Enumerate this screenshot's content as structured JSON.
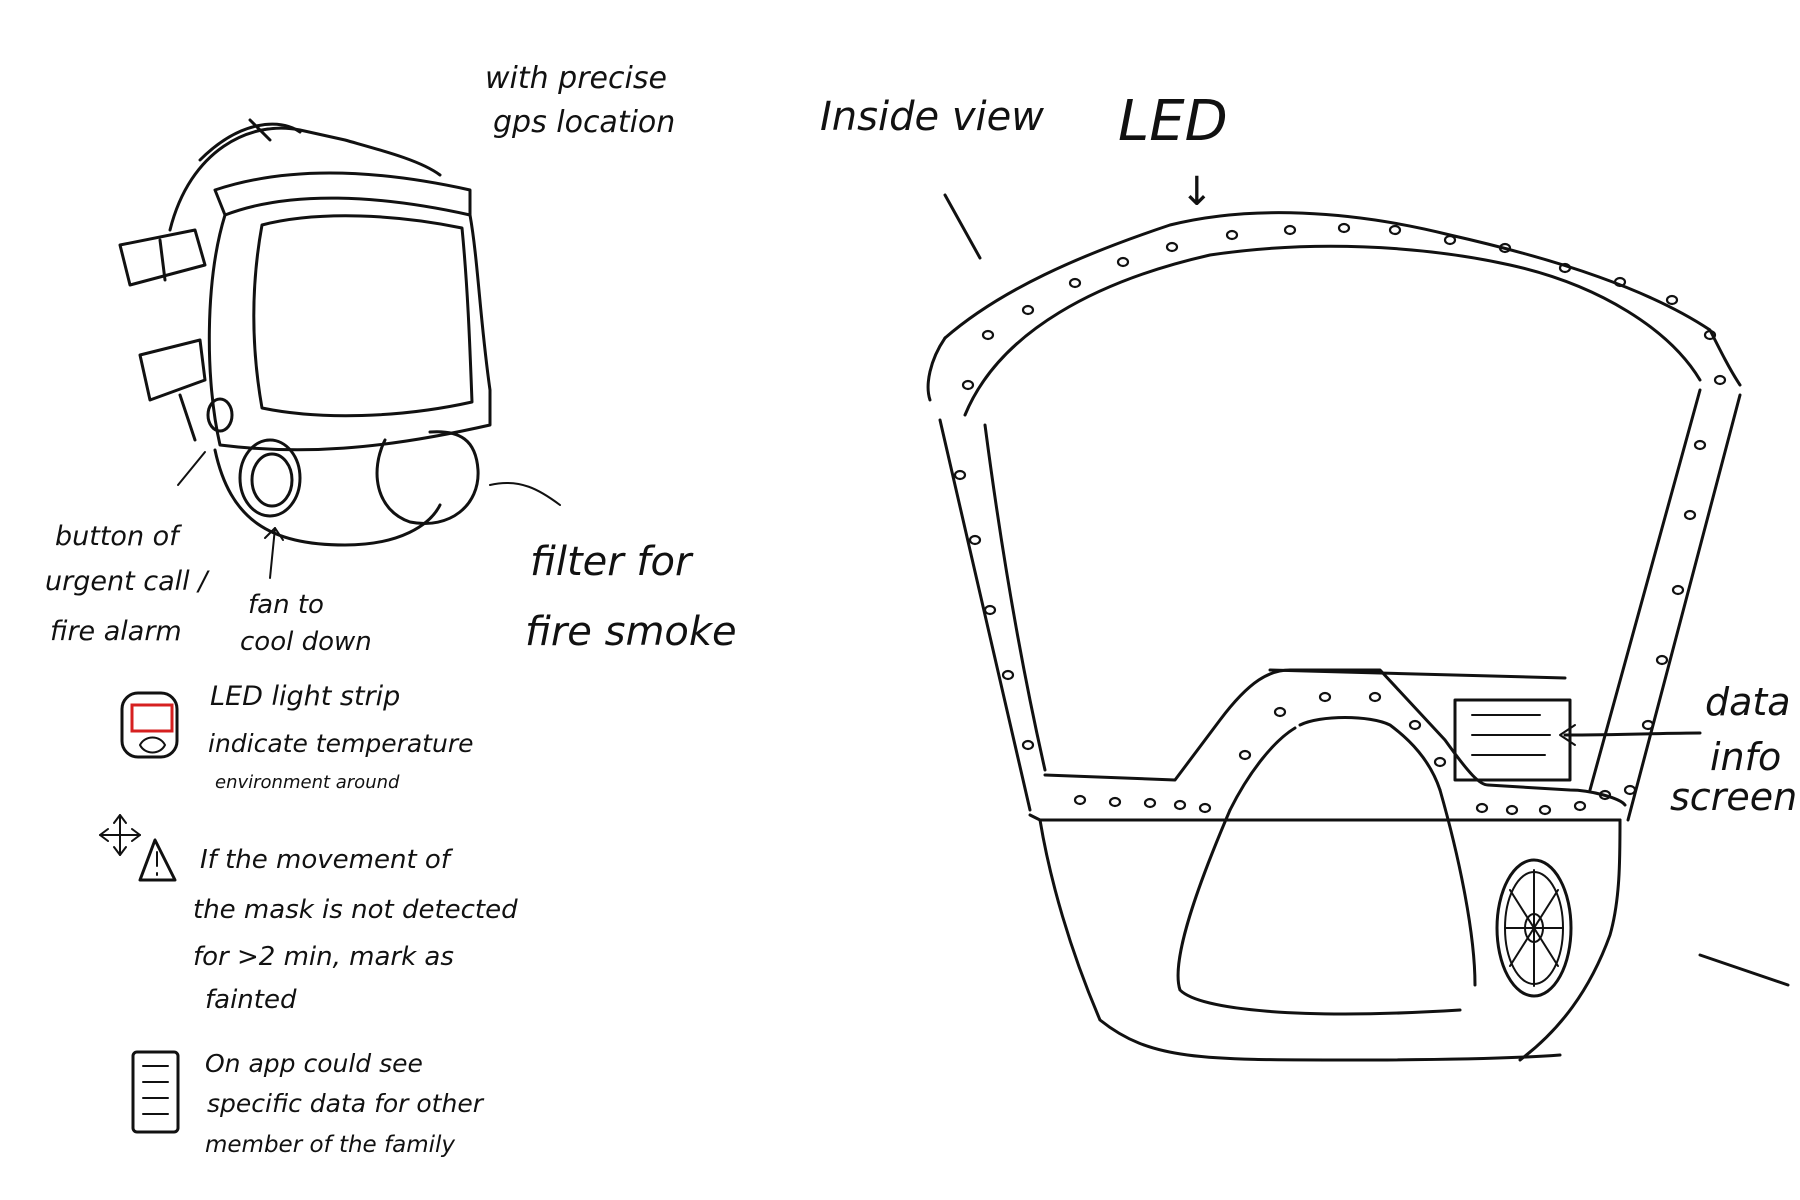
{
  "left_mask": {
    "gps_note": [
      "with precise",
      "gps location"
    ],
    "button_note": [
      "button of",
      "urgent call /",
      "fire alarm"
    ],
    "fan_note": [
      "fan to",
      "cool down"
    ],
    "filter_note": [
      "filter for",
      "fire smoke"
    ]
  },
  "legend": {
    "led": [
      "LED light strip",
      "indicate temperature",
      "environment around"
    ],
    "movement": [
      "If the movement of",
      "the mask is not detected",
      "for >2 min, mark as",
      "fainted"
    ],
    "app": [
      "On app could see",
      "specific data for other",
      "member of the family"
    ],
    "led_icon_color": "#d62020"
  },
  "inside": {
    "title": "Inside view",
    "led_label": "LED",
    "led_arrow": "↓",
    "screen_note": [
      "data",
      "info",
      "screen"
    ]
  }
}
